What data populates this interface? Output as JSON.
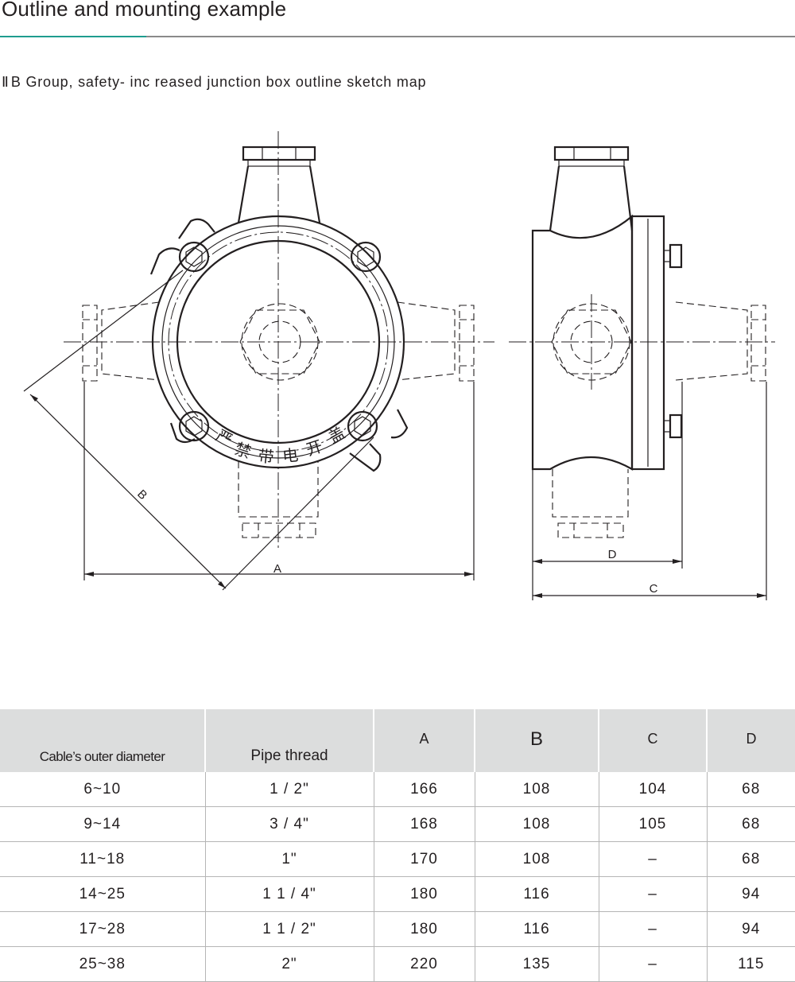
{
  "header": {
    "title": "Outline and mounting example",
    "subtitle_mark": "Ⅱ",
    "subtitle": "B Group, safety- inc reased junction box outline sketch map"
  },
  "drawing": {
    "front_view": {
      "dimension_labels": [
        "A",
        "B"
      ],
      "cover_warning": [
        "严",
        "禁",
        "带",
        "电",
        "开",
        "盖"
      ]
    },
    "side_view": {
      "dimension_labels": [
        "C",
        "D"
      ]
    }
  },
  "table": {
    "headers": [
      "Cable’s outer diameter",
      "Pipe thread",
      "A",
      "B",
      "C",
      "D"
    ],
    "rows": [
      [
        "6~10",
        "1 / 2\"",
        "166",
        "108",
        "104",
        "68"
      ],
      [
        "9~14",
        "3 / 4\"",
        "168",
        "108",
        "105",
        "68"
      ],
      [
        "11~18",
        "1\"",
        "170",
        "108",
        "–",
        "68"
      ],
      [
        "14~25",
        "1 1 / 4\"",
        "180",
        "116",
        "–",
        "94"
      ],
      [
        "17~28",
        "1 1 / 2\"",
        "180",
        "116",
        "–",
        "94"
      ],
      [
        "25~38",
        "2\"",
        "220",
        "135",
        "–",
        "115"
      ]
    ]
  },
  "colors": {
    "accent_rule": "#1e9c8f",
    "header_bg": "#dcdddd",
    "text": "#231f20"
  }
}
